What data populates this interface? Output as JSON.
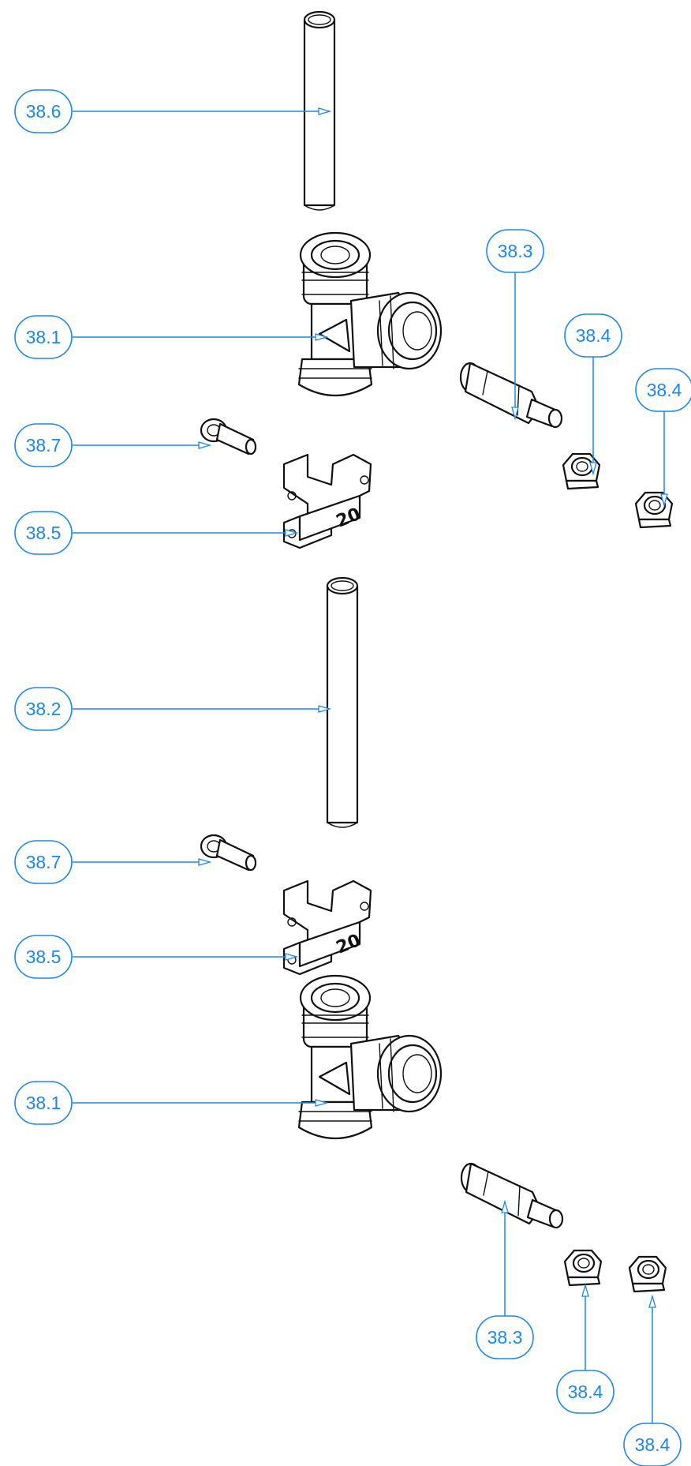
{
  "diagram": {
    "callouts": [
      {
        "id": "c-386",
        "label": "38.6",
        "part": "pipe-top"
      },
      {
        "id": "c-381a",
        "label": "38.1",
        "part": "tee-top"
      },
      {
        "id": "c-383a",
        "label": "38.3",
        "part": "stem-top"
      },
      {
        "id": "c-384a",
        "label": "38.4",
        "part": "nut-top-1"
      },
      {
        "id": "c-384b",
        "label": "38.4",
        "part": "nut-top-2"
      },
      {
        "id": "c-387a",
        "label": "38.7",
        "part": "screw-top"
      },
      {
        "id": "c-385a",
        "label": "38.5",
        "part": "clip-top"
      },
      {
        "id": "c-382",
        "label": "38.2",
        "part": "pipe-middle"
      },
      {
        "id": "c-387b",
        "label": "38.7",
        "part": "screw-bottom"
      },
      {
        "id": "c-385b",
        "label": "38.5",
        "part": "clip-bottom"
      },
      {
        "id": "c-381b",
        "label": "38.1",
        "part": "tee-bottom"
      },
      {
        "id": "c-383b",
        "label": "38.3",
        "part": "stem-bottom"
      },
      {
        "id": "c-384c",
        "label": "38.4",
        "part": "nut-bottom-1"
      },
      {
        "id": "c-384d",
        "label": "38.4",
        "part": "nut-bottom-2"
      }
    ],
    "clip_marking": "20",
    "colors": {
      "callout": "#1e88e5",
      "linework": "#111111",
      "background": "#ffffff"
    }
  }
}
